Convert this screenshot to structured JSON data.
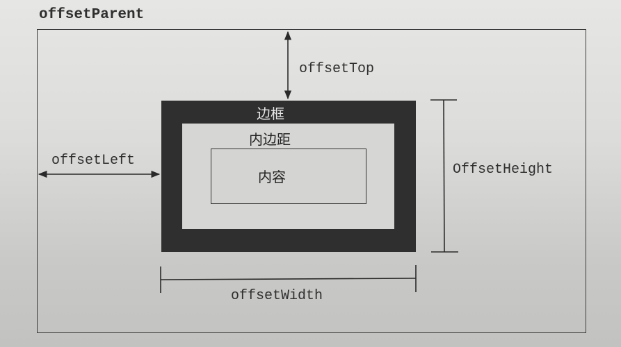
{
  "diagram": {
    "parent_label": "offsetParent",
    "offset_top_label": "offsetTop",
    "offset_left_label": "offsetLeft",
    "offset_height_label": "OffsetHeight",
    "offset_width_label": "offsetWidth",
    "border_label": "边框",
    "padding_label": "内边距",
    "content_label": "内容"
  },
  "colors": {
    "border_fill": "#2f2f2f",
    "line": "#333333",
    "paper": "#dcdcda"
  }
}
